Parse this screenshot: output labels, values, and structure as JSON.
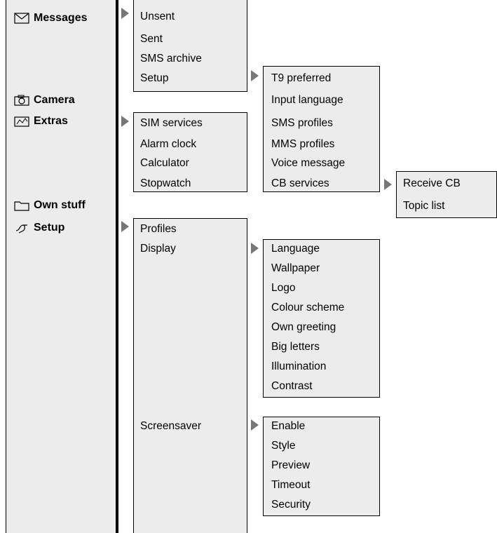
{
  "main_menu": [
    {
      "label": "Messages",
      "icon": "envelope-icon"
    },
    {
      "label": "Camera",
      "icon": "camera-icon"
    },
    {
      "label": "Extras",
      "icon": "extras-icon"
    },
    {
      "label": "Own stuff",
      "icon": "folder-icon"
    },
    {
      "label": "Setup",
      "icon": "setup-icon"
    }
  ],
  "messages_submenu": [
    "Unsent",
    "Sent",
    "SMS archive",
    "Setup"
  ],
  "messages_setup_submenu": [
    "T9 preferred",
    "Input language",
    "SMS profiles",
    "MMS profiles",
    "Voice message",
    "CB services"
  ],
  "cb_services_submenu": [
    "Receive CB",
    "Topic list"
  ],
  "extras_submenu": [
    "SIM services",
    "Alarm clock",
    "Calculator",
    "Stopwatch"
  ],
  "setup_submenu": [
    "Profiles",
    "Display",
    "Screensaver"
  ],
  "display_submenu": [
    "Language",
    "Wallpaper",
    "Logo",
    "Colour scheme",
    "Own greeting",
    "Big letters",
    "Illumination",
    "Contrast"
  ],
  "screensaver_submenu": [
    "Enable",
    "Style",
    "Preview",
    "Timeout",
    "Security"
  ]
}
